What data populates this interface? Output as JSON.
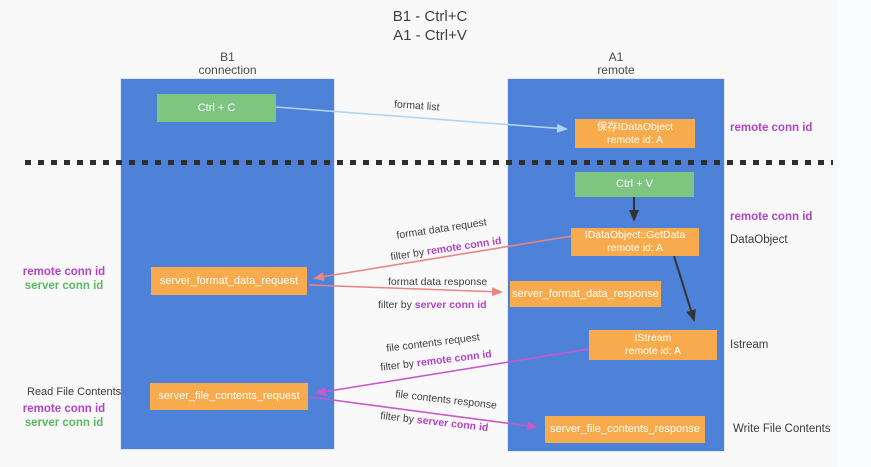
{
  "title": {
    "line1": "B1 - Ctrl+C",
    "line2": "A1 - Ctrl+V"
  },
  "lanes": {
    "left": {
      "name": "B1",
      "role": "connection"
    },
    "right": {
      "name": "A1",
      "role": "remote"
    }
  },
  "boxes": {
    "ctrl_c": "Ctrl + C",
    "ctrl_v": "Ctrl + V",
    "save_dataobject": {
      "title": "保存IDataObject",
      "subtitle": "remote id: A"
    },
    "getdata": {
      "title": "IDataObject::GetData",
      "subtitle": "remote id: A"
    },
    "istream": {
      "title": "IStream",
      "subtitle": "remote id: A"
    },
    "format_request": "server_format_data_request",
    "format_response": "server_format_data_response",
    "file_request": "server_file_contents_request",
    "file_response": "server_file_contents_response"
  },
  "flows": {
    "format_list": {
      "label": "format list"
    },
    "format_request": {
      "label": "format data request",
      "filter_prefix": "filter by ",
      "filter_key": "remote conn id"
    },
    "format_response": {
      "label": "format data response",
      "filter_prefix": "filter by ",
      "filter_key": "server conn id"
    },
    "file_request": {
      "label": "file contents request",
      "filter_prefix": "filter by ",
      "filter_key": "remote conn id"
    },
    "file_response": {
      "label": "file contents response",
      "filter_prefix": "filter by ",
      "filter_key": "server conn id"
    }
  },
  "side_labels": {
    "right_top_conn": "remote conn id",
    "right_mid_conn": "remote conn id",
    "right_dataobject": "DataObject",
    "right_istream": "Istream",
    "right_write": "Write File Contents",
    "left_format_remote": "remote conn id",
    "left_format_server": "server conn id",
    "left_read": "Read File Contents",
    "left_file_remote": "remote conn id",
    "left_file_server": "server conn id"
  },
  "colors": {
    "lane_blue": "#4d82d8",
    "box_orange": "#f8ab4c",
    "box_green": "#7ec581",
    "arrow_light_blue": "#aed5f2",
    "arrow_salmon": "#e98585",
    "arrow_magenta": "#ca58ca",
    "arrow_black": "#333333",
    "label_purple": "#b044c4",
    "label_green": "#5cb860",
    "text_dark": "#3f3f3f",
    "background": "#f9f9f9"
  }
}
